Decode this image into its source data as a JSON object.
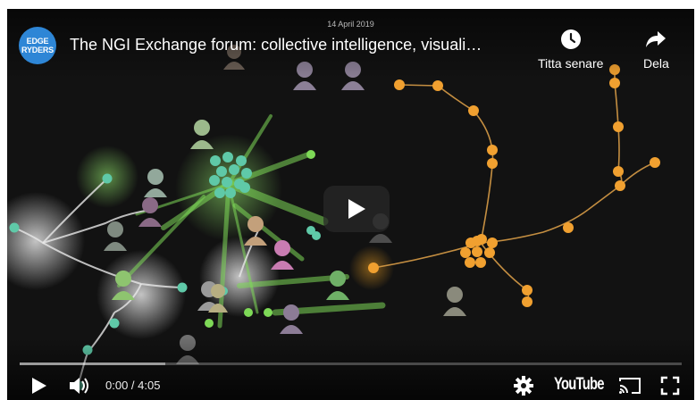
{
  "video": {
    "date": "14 April 2019",
    "title": "The NGI Exchange forum: collective intelligence, visuali…",
    "channel_logo_line1": "EDGE",
    "channel_logo_line2": "RYDERS"
  },
  "actions": {
    "watch_later": "Titta senare",
    "share": "Dela"
  },
  "controls": {
    "time": "0:00 / 4:05",
    "brand": "YouTube",
    "progress_loaded": 0.22
  },
  "colors": {
    "accent_green": "#7ed957",
    "accent_orange": "#f5a623",
    "channel_blue": "#2e86d6"
  }
}
